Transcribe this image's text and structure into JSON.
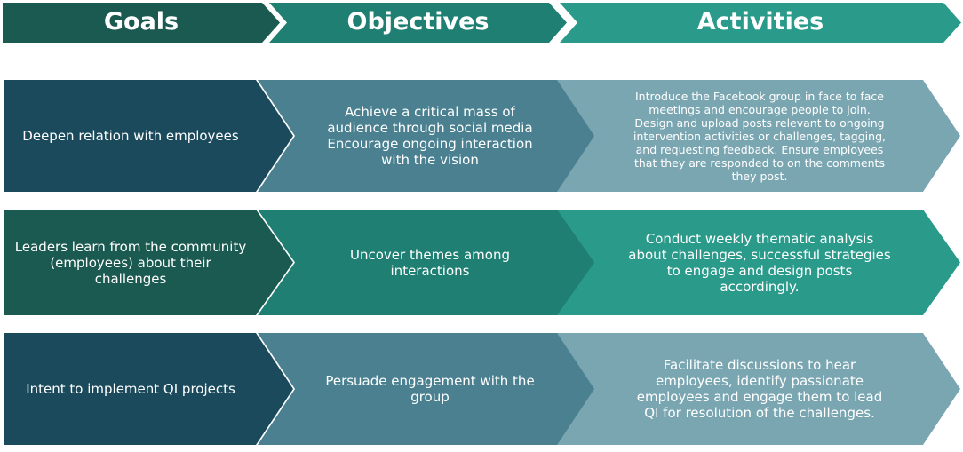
{
  "headers": {
    "goals": "Goals",
    "objectives": "Objectives",
    "activities": "Activities"
  },
  "rows": [
    {
      "goal": "Deepen relation with employees",
      "objective": "Achieve a critical mass of\naudience through social media\nEncourage ongoing interaction\nwith the vision",
      "activity": "Introduce the Facebook group in face to face\nmeetings and encourage people to join.\nDesign and upload posts relevant to ongoing\nintervention activities or challenges, tagging,\nand requesting feedback. Ensure employees\nthat they are responded to on the comments\nthey post."
    },
    {
      "goal": "Leaders learn from the community\n(employees) about their\nchallenges",
      "objective": "Uncover themes among\ninteractions",
      "activity": "Conduct weekly thematic analysis\nabout challenges, successful strategies\nto engage and design posts\naccordingly."
    },
    {
      "goal": "Intent to implement QI projects",
      "objective": "Persuade engagement with the\ngroup",
      "activity": "Facilitate discussions to hear\nemployees, identify passionate\nemployees and engage them to lead\nQI for resolution of the challenges."
    }
  ],
  "colors": {
    "header_goals": "#1b5a50",
    "header_objectives": "#1e7f72",
    "header_activities": "#2a9a8a",
    "navy": "#1a4a5c",
    "steel": "#4a8090",
    "light_steel": "#7aa6b2",
    "dark_green": "#1b5a50",
    "teal": "#1f7f72",
    "bright_teal": "#2a9a8a"
  }
}
